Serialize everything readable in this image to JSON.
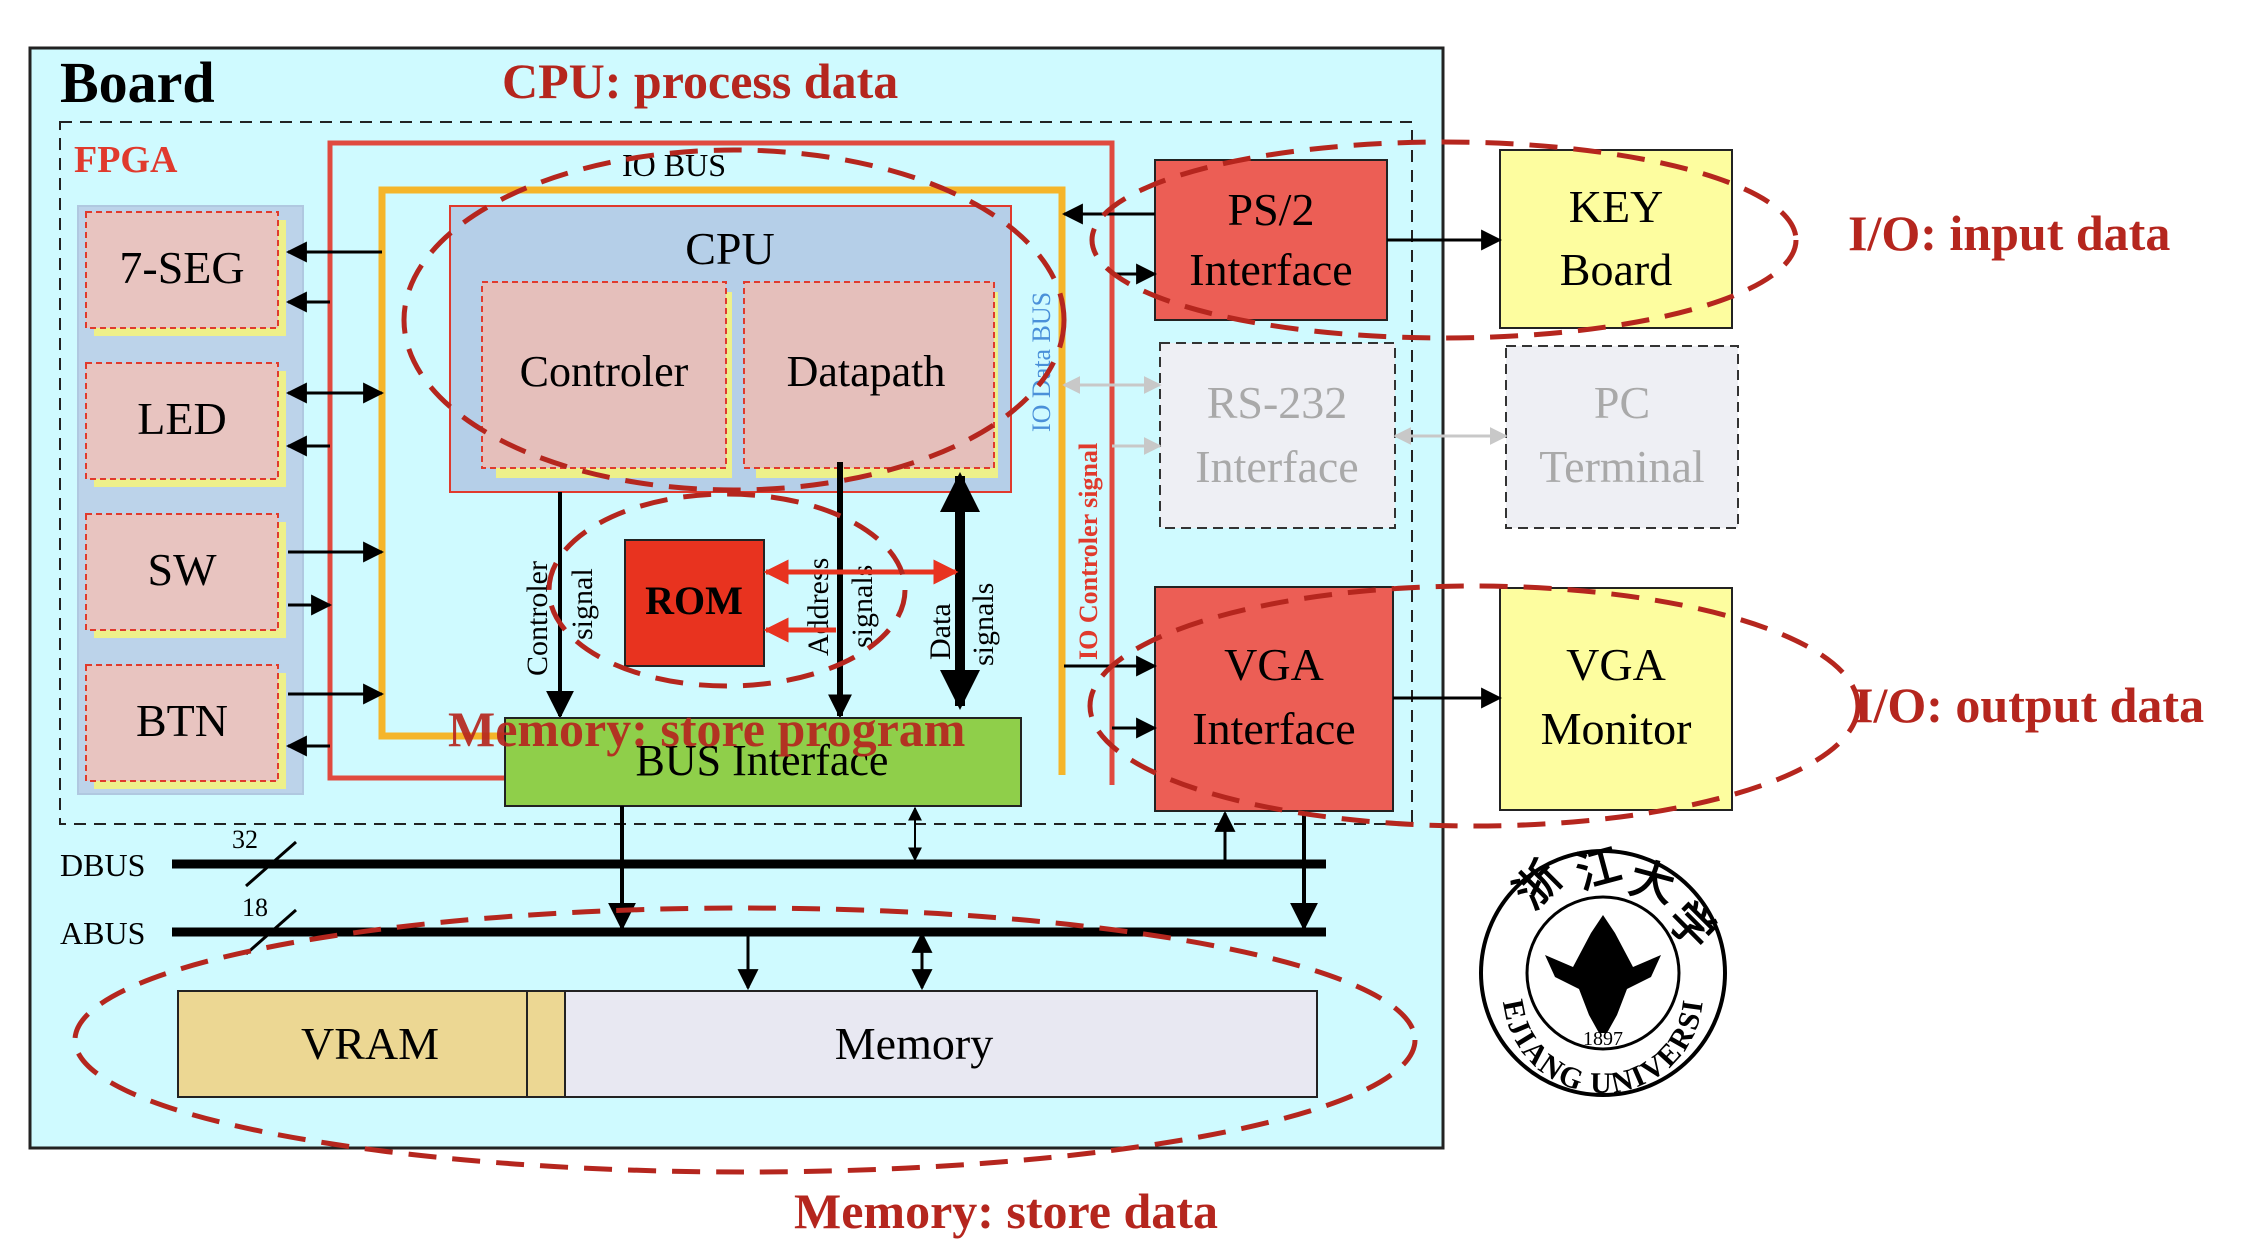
{
  "board_label": "Board",
  "fpga_label": "FPGA",
  "io_bus_label": "IO BUS",
  "io_data_bus_label": "IO Data BUS",
  "io_controler_signal_label": "IO Controler signal",
  "cpu": {
    "label": "CPU",
    "controler": "Controler",
    "datapath": "Datapath"
  },
  "io_devices": [
    "7-SEG",
    "LED",
    "SW",
    "BTN"
  ],
  "rom_label": "ROM",
  "signals": {
    "controler_1": "Controler",
    "controler_2": "signal",
    "address_1": "Address",
    "address_2": "signals",
    "data_1": "Data",
    "data_2": "signals"
  },
  "bus_interface_label": "BUS Interface",
  "buses": {
    "dbus_label": "DBUS",
    "dbus_width": "32",
    "abus_label": "ABUS",
    "abus_width": "18"
  },
  "memory": {
    "vram_label": "VRAM",
    "memory_label": "Memory"
  },
  "interfaces": {
    "ps2_1": "PS/2",
    "ps2_2": "Interface",
    "rs232_1": "RS-232",
    "rs232_2": "Interface",
    "vga_1": "VGA",
    "vga_2": "Interface"
  },
  "external": {
    "key_1": "KEY",
    "key_2": "Board",
    "pc_1": "PC",
    "pc_2": "Terminal",
    "monitor_1": "VGA",
    "monitor_2": "Monitor"
  },
  "annotations": {
    "cpu_process": "CPU: process data",
    "memory_program": "Memory: store program",
    "io_input": "I/O: input data",
    "io_output": "I/O: output data",
    "memory_data": "Memory: store data"
  },
  "logo": {
    "text": "ZHEJIANG UNIVERSITY",
    "year": "1897"
  },
  "colors": {
    "board_bg": "#cffaff",
    "io_outer": "#bcd3ea",
    "io_box": "#e8c4c0",
    "cpu_box": "#b5cfe8",
    "cpu_sub": "#e5bfbb",
    "rom": "#e8331f",
    "bus_iface": "#8fcf4a",
    "vram": "#ecd793",
    "memory": "#e8e8f2",
    "ps2_vga": "#ec5e55",
    "external_yellow": "#fdfd9f",
    "rs232_bg": "#eeeff4",
    "annotation_red": "#b5261e",
    "io_bus_orange": "#f5b52a",
    "io_ctrl_red": "#e04a3f"
  }
}
